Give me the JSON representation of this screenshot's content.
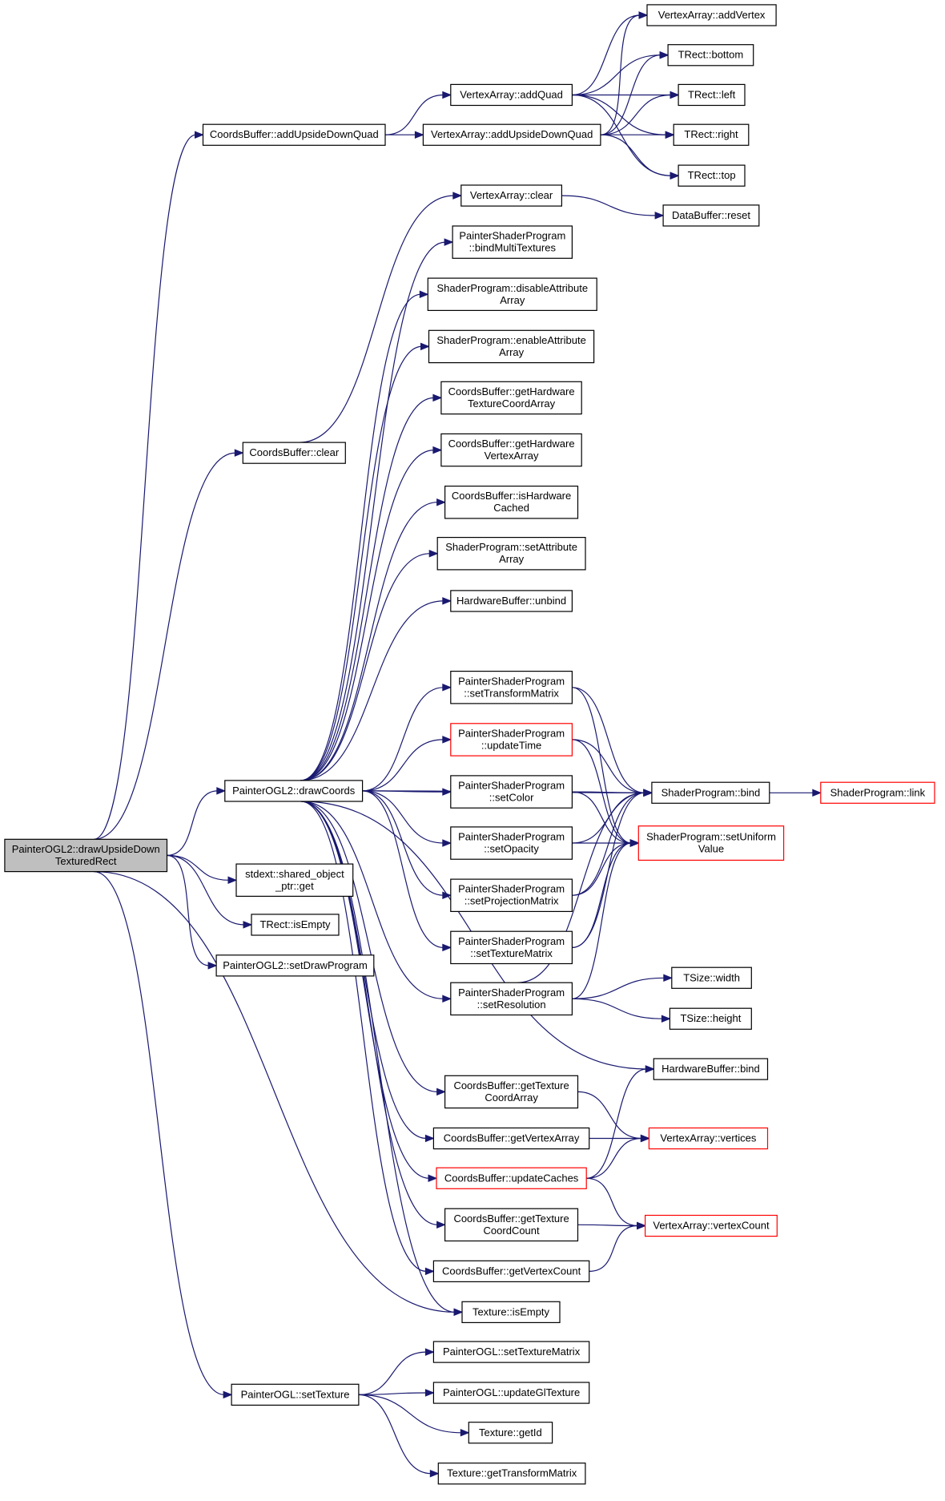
{
  "nodes": [
    {
      "id": "root",
      "lines": [
        "PainterOGL2::drawUpsideDown",
        "TexturedRect"
      ],
      "style": "root"
    },
    {
      "id": "cbAddUDQ",
      "lines": [
        "CoordsBuffer::addUpsideDownQuad"
      ]
    },
    {
      "id": "cbClear",
      "lines": [
        "CoordsBuffer::clear"
      ]
    },
    {
      "id": "drawCoords",
      "lines": [
        "PainterOGL2::drawCoords"
      ]
    },
    {
      "id": "sharedGet",
      "lines": [
        "stdext::shared_object",
        "_ptr::get"
      ]
    },
    {
      "id": "trIsEmpty",
      "lines": [
        "TRect::isEmpty"
      ]
    },
    {
      "id": "setDrawProgram",
      "lines": [
        "PainterOGL2::setDrawProgram"
      ]
    },
    {
      "id": "setTexture",
      "lines": [
        "PainterOGL::setTexture"
      ]
    },
    {
      "id": "vaAddQuad",
      "lines": [
        "VertexArray::addQuad"
      ]
    },
    {
      "id": "vaAddUDQ",
      "lines": [
        "VertexArray::addUpsideDownQuad"
      ]
    },
    {
      "id": "vaClear",
      "lines": [
        "VertexArray::clear"
      ]
    },
    {
      "id": "pspBindMulti",
      "lines": [
        "PainterShaderProgram",
        "::bindMultiTextures"
      ]
    },
    {
      "id": "spDisable",
      "lines": [
        "ShaderProgram::disableAttribute",
        "Array"
      ]
    },
    {
      "id": "spEnable",
      "lines": [
        "ShaderProgram::enableAttribute",
        "Array"
      ]
    },
    {
      "id": "cbGetHwTex",
      "lines": [
        "CoordsBuffer::getHardware",
        "TextureCoordArray"
      ]
    },
    {
      "id": "cbGetHwVert",
      "lines": [
        "CoordsBuffer::getHardware",
        "VertexArray"
      ]
    },
    {
      "id": "cbIsHwCached",
      "lines": [
        "CoordsBuffer::isHardware",
        "Cached"
      ]
    },
    {
      "id": "spSetAttr",
      "lines": [
        "ShaderProgram::setAttribute",
        "Array"
      ]
    },
    {
      "id": "hbUnbind",
      "lines": [
        "HardwareBuffer::unbind"
      ]
    },
    {
      "id": "pspSetTransform",
      "lines": [
        "PainterShaderProgram",
        "::setTransformMatrix"
      ]
    },
    {
      "id": "pspUpdateTime",
      "lines": [
        "PainterShaderProgram",
        "::updateTime"
      ],
      "style": "red"
    },
    {
      "id": "pspSetColor",
      "lines": [
        "PainterShaderProgram",
        "::setColor"
      ]
    },
    {
      "id": "pspSetOpacity",
      "lines": [
        "PainterShaderProgram",
        "::setOpacity"
      ]
    },
    {
      "id": "pspSetProj",
      "lines": [
        "PainterShaderProgram",
        "::setProjectionMatrix"
      ]
    },
    {
      "id": "pspSetTexMat",
      "lines": [
        "PainterShaderProgram",
        "::setTextureMatrix"
      ]
    },
    {
      "id": "pspSetRes",
      "lines": [
        "PainterShaderProgram",
        "::setResolution"
      ]
    },
    {
      "id": "cbGetTexCoordArr",
      "lines": [
        "CoordsBuffer::getTexture",
        "CoordArray"
      ]
    },
    {
      "id": "cbGetVertArr",
      "lines": [
        "CoordsBuffer::getVertexArray"
      ]
    },
    {
      "id": "cbUpdateCaches",
      "lines": [
        "CoordsBuffer::updateCaches"
      ],
      "style": "red"
    },
    {
      "id": "cbGetTexCoordCnt",
      "lines": [
        "CoordsBuffer::getTexture",
        "CoordCount"
      ]
    },
    {
      "id": "cbGetVertCnt",
      "lines": [
        "CoordsBuffer::getVertexCount"
      ]
    },
    {
      "id": "texIsEmpty",
      "lines": [
        "Texture::isEmpty"
      ]
    },
    {
      "id": "poSetTexMat",
      "lines": [
        "PainterOGL::setTextureMatrix"
      ]
    },
    {
      "id": "poUpdateGl",
      "lines": [
        "PainterOGL::updateGlTexture"
      ]
    },
    {
      "id": "texGetId",
      "lines": [
        "Texture::getId"
      ]
    },
    {
      "id": "texGetTransform",
      "lines": [
        "Texture::getTransformMatrix"
      ]
    },
    {
      "id": "vaAddVertex",
      "lines": [
        "VertexArray::addVertex"
      ]
    },
    {
      "id": "trBottom",
      "lines": [
        "TRect::bottom"
      ]
    },
    {
      "id": "trLeft",
      "lines": [
        "TRect::left"
      ]
    },
    {
      "id": "trRight",
      "lines": [
        "TRect::right"
      ]
    },
    {
      "id": "trTop",
      "lines": [
        "TRect::top"
      ]
    },
    {
      "id": "dbReset",
      "lines": [
        "DataBuffer::reset"
      ]
    },
    {
      "id": "spBind",
      "lines": [
        "ShaderProgram::bind"
      ]
    },
    {
      "id": "spSetUniform",
      "lines": [
        "ShaderProgram::setUniform",
        "Value"
      ],
      "style": "red"
    },
    {
      "id": "tsWidth",
      "lines": [
        "TSize::width"
      ]
    },
    {
      "id": "tsHeight",
      "lines": [
        "TSize::height"
      ]
    },
    {
      "id": "hbBind",
      "lines": [
        "HardwareBuffer::bind"
      ]
    },
    {
      "id": "vaVertices",
      "lines": [
        "VertexArray::vertices"
      ],
      "style": "red"
    },
    {
      "id": "vaVertexCount",
      "lines": [
        "VertexArray::vertexCount"
      ],
      "style": "red"
    },
    {
      "id": "spLink",
      "lines": [
        "ShaderProgram::link"
      ],
      "style": "red"
    }
  ],
  "edges": [
    [
      "root",
      "cbAddUDQ"
    ],
    [
      "root",
      "cbClear"
    ],
    [
      "root",
      "drawCoords"
    ],
    [
      "root",
      "sharedGet"
    ],
    [
      "root",
      "trIsEmpty"
    ],
    [
      "root",
      "setDrawProgram"
    ],
    [
      "root",
      "setTexture"
    ],
    [
      "root",
      "texIsEmpty"
    ],
    [
      "cbAddUDQ",
      "vaAddQuad"
    ],
    [
      "cbAddUDQ",
      "vaAddUDQ"
    ],
    [
      "vaAddQuad",
      "vaAddVertex"
    ],
    [
      "vaAddQuad",
      "trBottom"
    ],
    [
      "vaAddQuad",
      "trLeft"
    ],
    [
      "vaAddQuad",
      "trRight"
    ],
    [
      "vaAddQuad",
      "trTop"
    ],
    [
      "vaAddUDQ",
      "vaAddVertex"
    ],
    [
      "vaAddUDQ",
      "trBottom"
    ],
    [
      "vaAddUDQ",
      "trLeft"
    ],
    [
      "vaAddUDQ",
      "trRight"
    ],
    [
      "vaAddUDQ",
      "trTop"
    ],
    [
      "cbClear",
      "vaClear"
    ],
    [
      "vaClear",
      "dbReset"
    ],
    [
      "drawCoords",
      "pspBindMulti"
    ],
    [
      "drawCoords",
      "spDisable"
    ],
    [
      "drawCoords",
      "spEnable"
    ],
    [
      "drawCoords",
      "cbGetHwTex"
    ],
    [
      "drawCoords",
      "cbGetHwVert"
    ],
    [
      "drawCoords",
      "cbIsHwCached"
    ],
    [
      "drawCoords",
      "spSetAttr"
    ],
    [
      "drawCoords",
      "hbUnbind"
    ],
    [
      "drawCoords",
      "pspSetTransform"
    ],
    [
      "drawCoords",
      "pspUpdateTime"
    ],
    [
      "drawCoords",
      "pspSetColor"
    ],
    [
      "drawCoords",
      "pspSetOpacity"
    ],
    [
      "drawCoords",
      "pspSetProj"
    ],
    [
      "drawCoords",
      "pspSetTexMat"
    ],
    [
      "drawCoords",
      "pspSetRes"
    ],
    [
      "drawCoords",
      "hbBind"
    ],
    [
      "drawCoords",
      "cbGetTexCoordArr"
    ],
    [
      "drawCoords",
      "cbGetVertArr"
    ],
    [
      "drawCoords",
      "cbUpdateCaches"
    ],
    [
      "drawCoords",
      "cbGetTexCoordCnt"
    ],
    [
      "drawCoords",
      "cbGetVertCnt"
    ],
    [
      "drawCoords",
      "texIsEmpty"
    ],
    [
      "drawCoords",
      "spBind"
    ],
    [
      "pspSetTransform",
      "spBind"
    ],
    [
      "pspSetTransform",
      "spSetUniform"
    ],
    [
      "pspUpdateTime",
      "spBind"
    ],
    [
      "pspUpdateTime",
      "spSetUniform"
    ],
    [
      "pspSetColor",
      "spBind"
    ],
    [
      "pspSetColor",
      "spSetUniform"
    ],
    [
      "pspSetOpacity",
      "spBind"
    ],
    [
      "pspSetOpacity",
      "spSetUniform"
    ],
    [
      "pspSetProj",
      "spBind"
    ],
    [
      "pspSetProj",
      "spSetUniform"
    ],
    [
      "pspSetTexMat",
      "spBind"
    ],
    [
      "pspSetTexMat",
      "spSetUniform"
    ],
    [
      "pspSetRes",
      "spBind"
    ],
    [
      "pspSetRes",
      "spSetUniform"
    ],
    [
      "pspSetRes",
      "tsWidth"
    ],
    [
      "pspSetRes",
      "tsHeight"
    ],
    [
      "spBind",
      "spLink"
    ],
    [
      "cbGetTexCoordArr",
      "vaVertices"
    ],
    [
      "cbGetVertArr",
      "vaVertices"
    ],
    [
      "cbUpdateCaches",
      "hbBind"
    ],
    [
      "cbUpdateCaches",
      "vaVertices"
    ],
    [
      "cbUpdateCaches",
      "vaVertexCount"
    ],
    [
      "cbGetTexCoordCnt",
      "vaVertexCount"
    ],
    [
      "cbGetVertCnt",
      "vaVertexCount"
    ],
    [
      "setTexture",
      "poSetTexMat"
    ],
    [
      "setTexture",
      "poUpdateGl"
    ],
    [
      "setTexture",
      "texGetId"
    ],
    [
      "setTexture",
      "texGetTransform"
    ]
  ]
}
